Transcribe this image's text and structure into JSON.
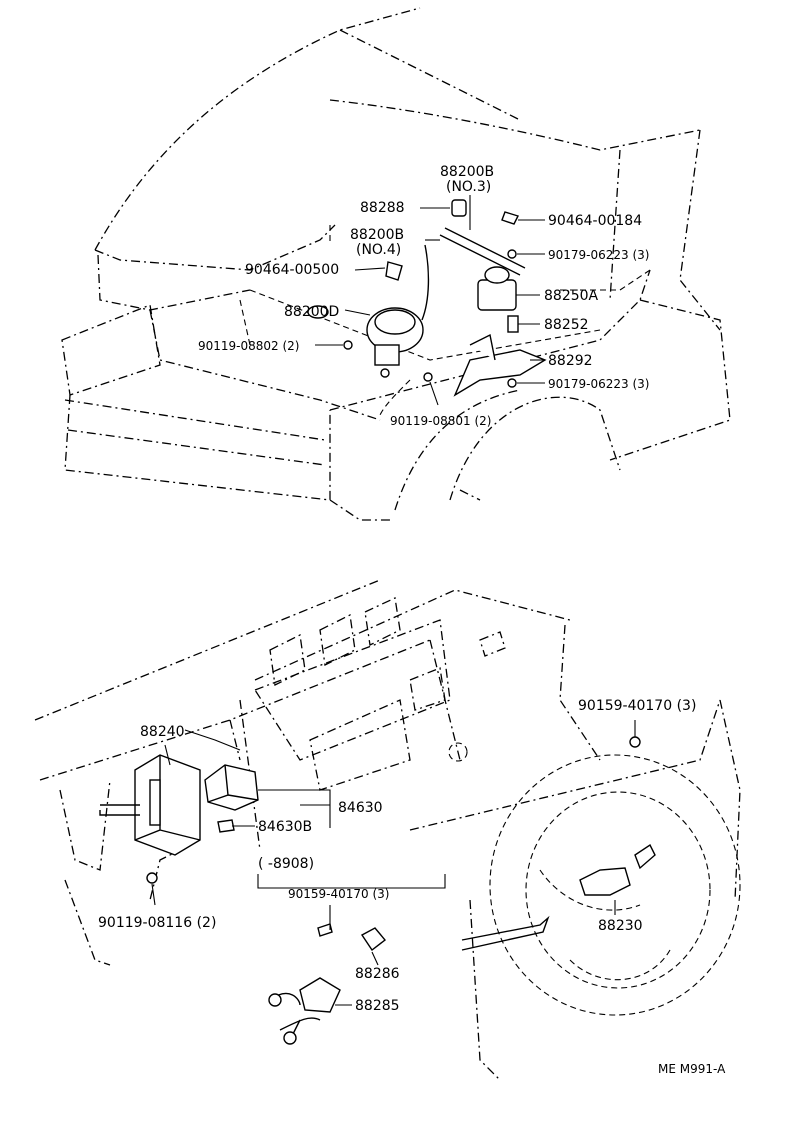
{
  "labels": {
    "p88200B_no3": "88200B",
    "p88200B_no3_sub": "(NO.3)",
    "p88288": "88288",
    "p88200B_no4": "88200B",
    "p88200B_no4_sub": "(NO.4)",
    "p90464_00500": "90464-00500",
    "p88200D": "88200D",
    "p90119_08802": "90119-08802 (2)",
    "p90464_00184": "90464-00184",
    "p90179_06223_a": "90179-06223 (3)",
    "p88250A": "88250A",
    "p88252": "88252",
    "p88292": "88292",
    "p90179_06223_b": "90179-06223 (3)",
    "p90119_08801": "90119-08801 (2)",
    "p88240": "88240",
    "p84630": "84630",
    "p84630B": "84630B",
    "p90119_08116": "90119-08116 (2)",
    "range": "(  -8908)",
    "p90159_40170_a": "90159-40170 (3)",
    "p88286": "88286",
    "p88285": "88285",
    "p90159_40170_b": "90159-40170 (3)",
    "p88230": "88230",
    "figure_code": "ME  M991-A"
  }
}
